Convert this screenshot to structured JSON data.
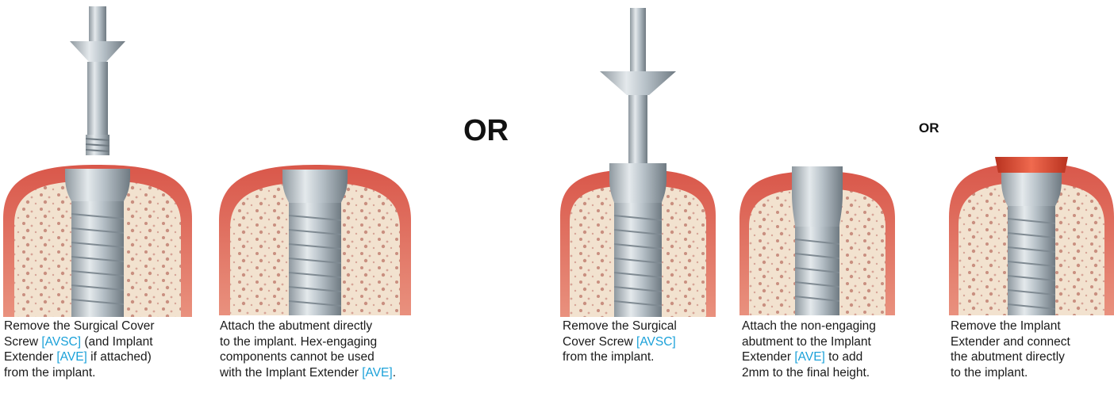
{
  "or_labels": {
    "big": "OR",
    "small": "OR"
  },
  "colors": {
    "gum": "#d9584a",
    "gum_light": "#ef9a86",
    "bone": "#f2e2cf",
    "bone_spots": "#c98f80",
    "metal": "#b8c3ca",
    "metal_dark": "#7f8a92",
    "cap_red": "#d8402e",
    "code_blue": "#1ba1d9"
  },
  "steps": [
    {
      "id": "step1",
      "image": "implant-with-driver-and-screw-illustration",
      "lines": [
        [
          {
            "t": "Remove the Surgical Cover"
          }
        ],
        [
          {
            "t": "Screw "
          },
          {
            "t": "[AVSC]",
            "code": true
          },
          {
            "t": " (and Implant"
          }
        ],
        [
          {
            "t": "Extender "
          },
          {
            "t": "[AVE]",
            "code": true
          },
          {
            "t": " if attached)"
          }
        ],
        [
          {
            "t": "from the implant."
          }
        ]
      ]
    },
    {
      "id": "step2",
      "image": "abutment-on-implant-illustration",
      "lines": [
        [
          {
            "t": "Attach the abutment directly"
          }
        ],
        [
          {
            "t": "to the implant. Hex-engaging"
          }
        ],
        [
          {
            "t": "components cannot be used"
          }
        ],
        [
          {
            "t": "with the Implant Extender "
          },
          {
            "t": "[AVE]",
            "code": true
          },
          {
            "t": "."
          }
        ]
      ]
    },
    {
      "id": "step3",
      "image": "cover-screw-removal-illustration",
      "lines": [
        [
          {
            "t": "Remove the Surgical"
          }
        ],
        [
          {
            "t": "Cover Screw "
          },
          {
            "t": "[AVSC]",
            "code": true
          }
        ],
        [
          {
            "t": "from the implant."
          }
        ]
      ]
    },
    {
      "id": "step4",
      "image": "non-engaging-abutment-on-extender-illustration",
      "lines": [
        [
          {
            "t": "Attach the non-engaging"
          }
        ],
        [
          {
            "t": "abutment to the Implant"
          }
        ],
        [
          {
            "t": "Extender "
          },
          {
            "t": "[AVE]",
            "code": true
          },
          {
            "t": " to add"
          }
        ],
        [
          {
            "t": "2mm to the final height."
          }
        ]
      ]
    },
    {
      "id": "step5",
      "image": "abutment-direct-connection-illustration",
      "lines": [
        [
          {
            "t": "Remove the Implant"
          }
        ],
        [
          {
            "t": "Extender and connect"
          }
        ],
        [
          {
            "t": "the abutment directly"
          }
        ],
        [
          {
            "t": "to the implant."
          }
        ]
      ]
    }
  ]
}
